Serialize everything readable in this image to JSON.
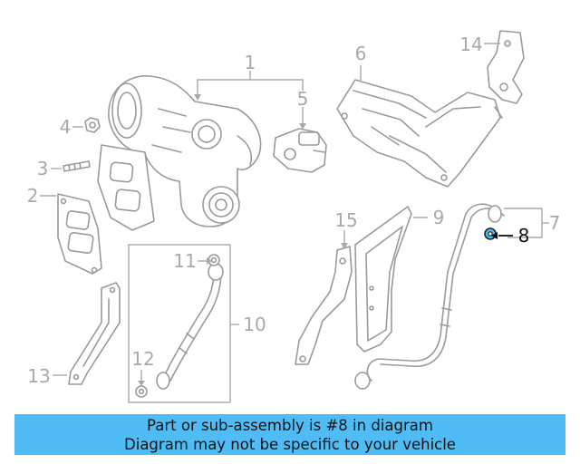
{
  "diagram": {
    "callouts": [
      "1",
      "2",
      "3",
      "4",
      "5",
      "6",
      "7",
      "8",
      "9",
      "10",
      "11",
      "12",
      "13",
      "14",
      "15"
    ],
    "highlighted": "8",
    "highlight_color": "#4fbcf5"
  },
  "banner": {
    "line1": "Part or sub-assembly is #8 in diagram",
    "line2": "Diagram may not be specific to your vehicle",
    "background": "#4fbcf5"
  }
}
